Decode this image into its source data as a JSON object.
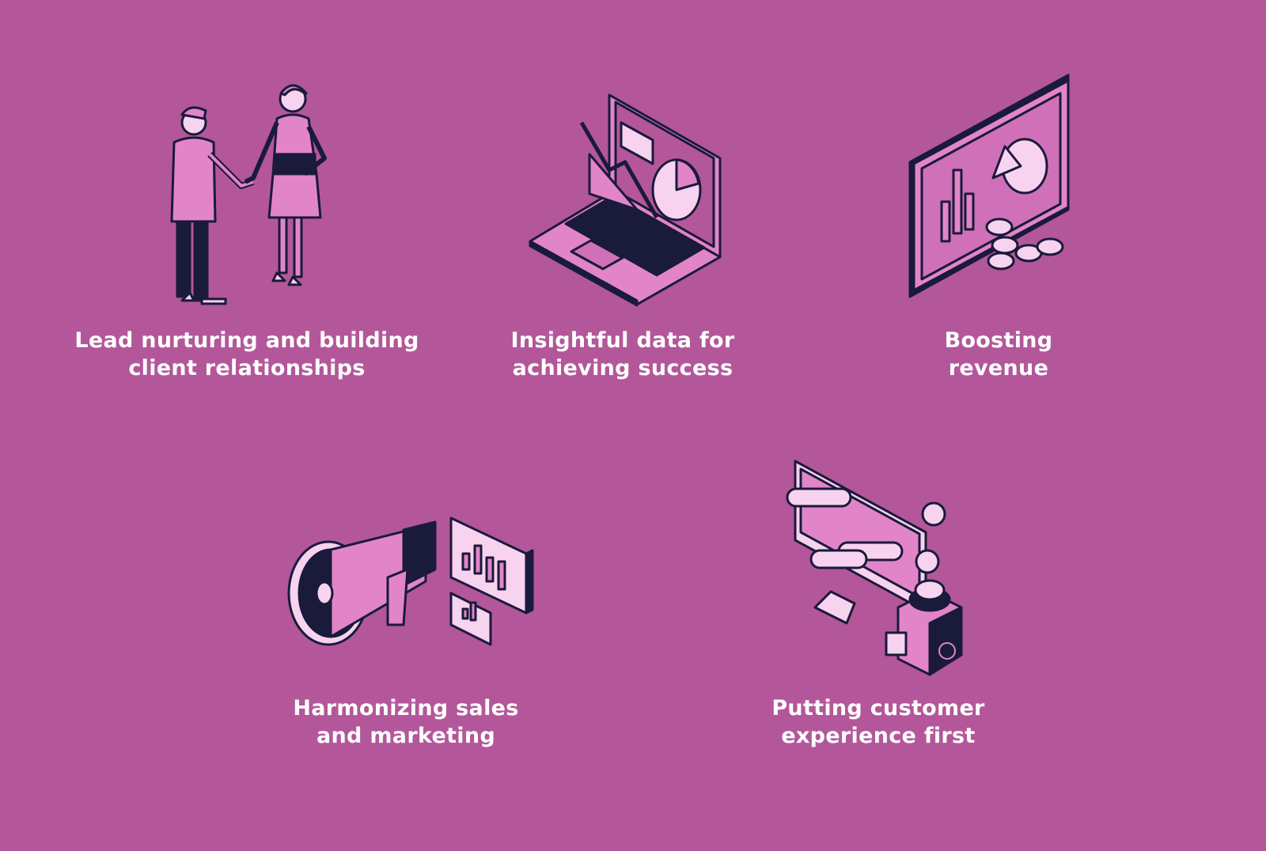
{
  "items": [
    {
      "line1": "Lead nurturing and building",
      "line2": "client relationships",
      "icon": "handshake-people-icon"
    },
    {
      "line1": "Insightful data for",
      "line2": "achieving success",
      "icon": "laptop-analytics-icon"
    },
    {
      "line1": "Boosting",
      "line2": "revenue",
      "icon": "monitor-revenue-coins-icon"
    },
    {
      "line1": "Harmonizing sales",
      "line2": "and marketing",
      "icon": "megaphone-charts-icon"
    },
    {
      "line1": "Putting customer",
      "line2": "experience first",
      "icon": "monitor-reviews-moneybox-icon"
    }
  ],
  "colors": {
    "background": "#b3579a",
    "dark": "#1a1a3a",
    "pink": "#e285c8",
    "pale": "#f7d3ef",
    "text": "#ffffff"
  }
}
